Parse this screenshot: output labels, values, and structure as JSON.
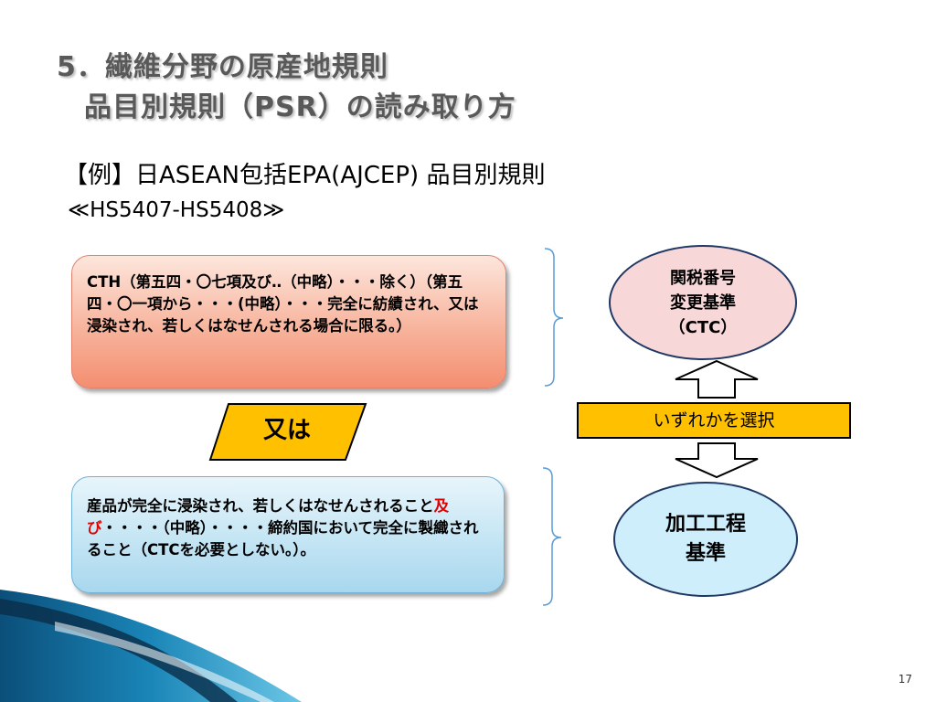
{
  "title": {
    "line1": "5．繊維分野の原産地規則",
    "line2": "品目別規則（PSR）の読み取り方"
  },
  "subtitle": {
    "line1": "【例】日ASEAN包括EPA(AJCEP) 品目別規則",
    "line2": "≪HS5407-HS5408≫"
  },
  "rule_cth": {
    "text": "CTH（第五四・〇七項及び‥（中略）・・・除く）（第五四・〇一項から・・・(中略）・・・完全に紡績され、又は浸染され、若しくはなせんされる場合に限る。）"
  },
  "or_label": "又は",
  "rule_process": {
    "text_before": "産品が完全に浸染され、若しくはなせんされること",
    "text_red": "及び",
    "text_after": "・・・・（中略）・・・・締約国において完全に製織されること（CTCを必要としない。）。"
  },
  "select_label": "いずれかを選択",
  "ctc_criterion": "関税番号\n変更基準\n（CTC）",
  "process_criterion": "加工工程\n基準",
  "page_number": "17",
  "colors": {
    "title": "#595959",
    "or_fill": "#ffc000",
    "select_fill": "#ffc000",
    "ctc_ellipse": "#f7d7d8",
    "process_ellipse": "#cdeefa",
    "emphasis_red": "#e00000"
  }
}
